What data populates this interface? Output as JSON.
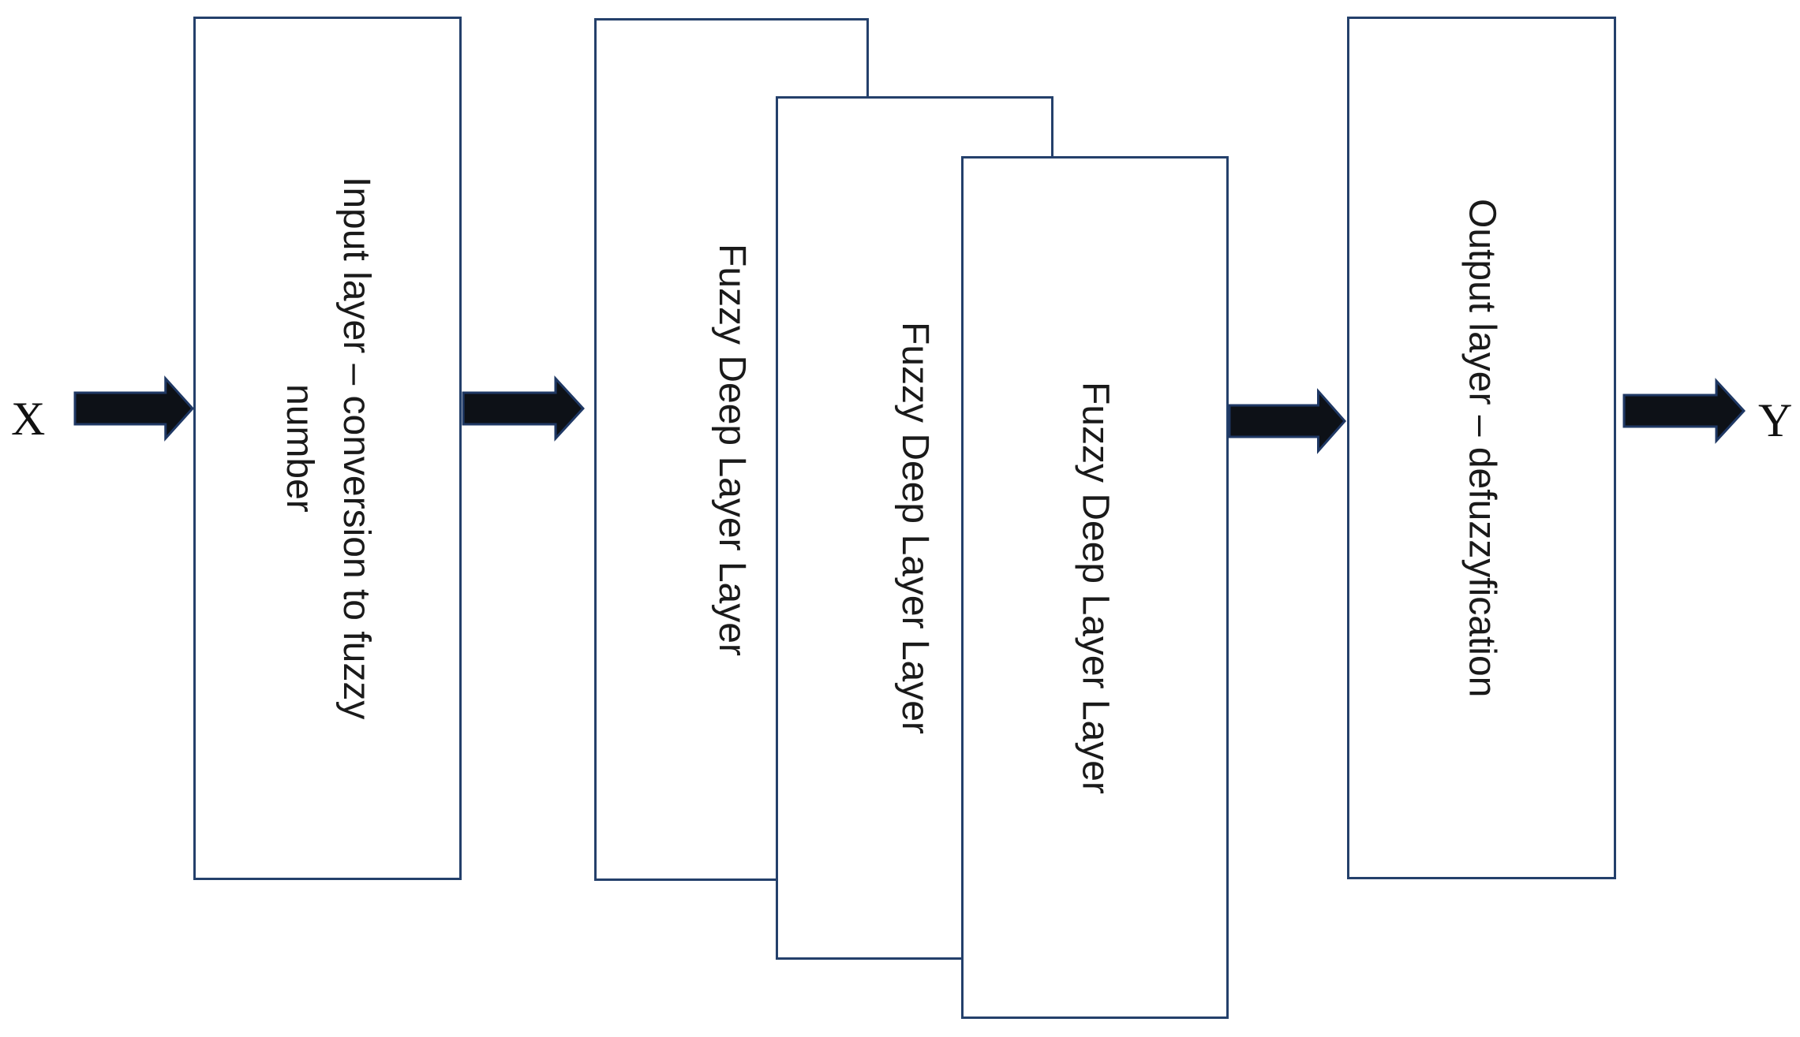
{
  "diagram": {
    "input_label": "X",
    "output_label": "Y",
    "boxes": [
      {
        "name": "input-layer",
        "lines": [
          "Input layer – conversion to fuzzy",
          "number"
        ]
      },
      {
        "name": "fuzzy-deep-layer-1",
        "lines": [
          "Fuzzy Deep Layer Layer"
        ]
      },
      {
        "name": "fuzzy-deep-layer-2",
        "lines": [
          "Fuzzy Deep Layer Layer"
        ]
      },
      {
        "name": "fuzzy-deep-layer-3",
        "lines": [
          "Fuzzy Deep Layer Layer"
        ]
      },
      {
        "name": "output-layer",
        "lines": [
          "Output layer – defuzzyfication"
        ]
      }
    ],
    "colors": {
      "box_border": "#24406b",
      "arrow_fill": "#0d1117",
      "arrow_outline": "#1f3864",
      "text": "#1a1a1a",
      "background": "#ffffff"
    }
  }
}
